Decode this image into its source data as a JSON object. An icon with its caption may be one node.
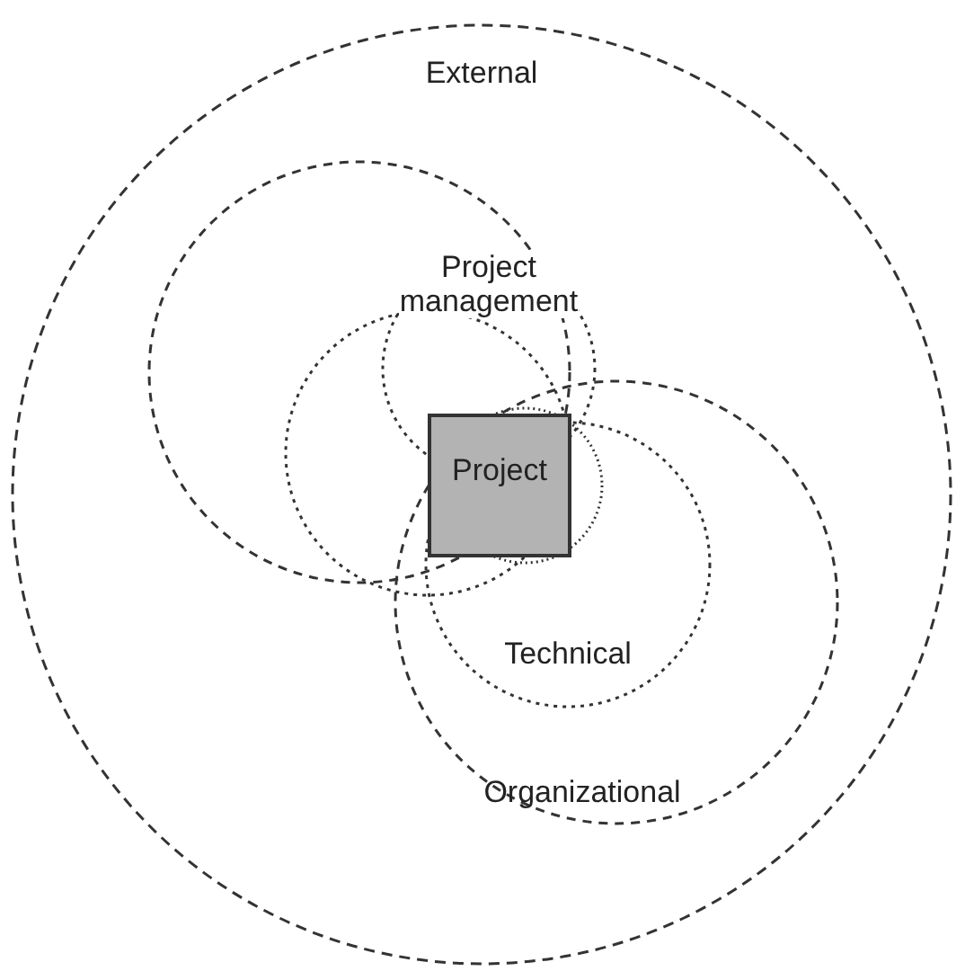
{
  "diagram": {
    "nodes": [
      {
        "text": [
          "External"
        ]
      },
      {
        "text": [],
        "shape": "circle",
        "in": 0
      },
      {
        "text": [
          "Project management"
        ],
        "in": 0
      },
      {
        "text": [],
        "shape": "circle",
        "in": 1
      },
      {
        "text": [],
        "shape": "circle",
        "in": 7
      },
      {
        "text": [
          "Project"
        ]
      },
      {
        "text": [
          "Technical"
        ],
        "in": 7
      },
      {
        "text": [
          "Organizational"
        ],
        "in": 0
      }
    ]
  }
}
